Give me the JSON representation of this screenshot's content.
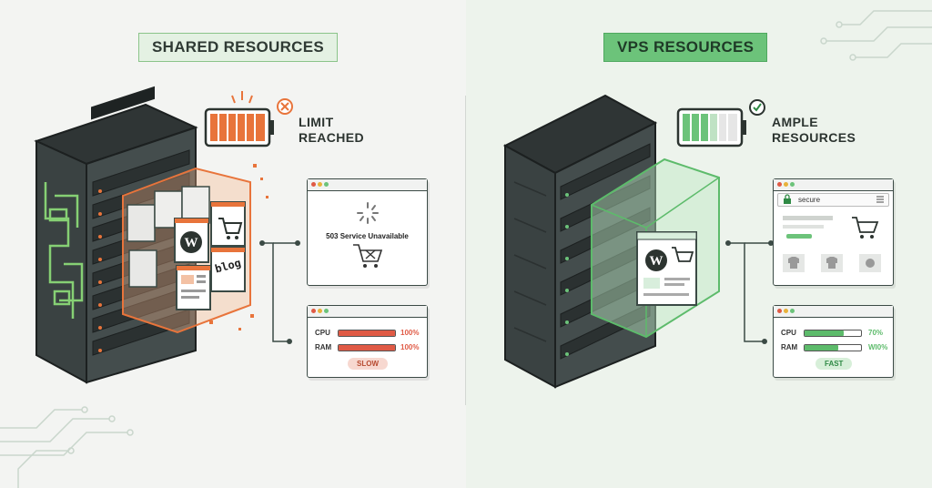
{
  "shared": {
    "title": "SHARED RESOURCES",
    "status_lines": [
      "LIMIT",
      "REACHED"
    ],
    "error_message": "503 Service Unavailable",
    "metrics": [
      {
        "label": "CPU",
        "percent_text": "100%",
        "fill": 1.0
      },
      {
        "label": "RAM",
        "percent_text": "100%",
        "fill": 1.0
      }
    ],
    "speed": "SLOW",
    "badge_text": "blog",
    "battery_level": 1.0
  },
  "vps": {
    "title": "VPS RESOURCES",
    "status_lines": [
      "AMPLE",
      "RESOURCES"
    ],
    "secure_label": "secure",
    "metrics": [
      {
        "label": "CPU",
        "percent_text": "70%",
        "fill": 0.7
      },
      {
        "label": "RAM",
        "percent_text": "WI0%",
        "fill": 0.6
      }
    ],
    "speed": "FAST",
    "battery_level": 0.6
  },
  "colors": {
    "overload": "#e8743b",
    "ok": "#5dbb6b",
    "error_bar": "#e05a45",
    "dark_server": "#3a4242"
  },
  "icons": [
    "x-circle-icon",
    "check-circle-icon",
    "wordpress-icon",
    "cart-icon",
    "loading-spinner-icon",
    "lock-icon",
    "menu-icon"
  ]
}
